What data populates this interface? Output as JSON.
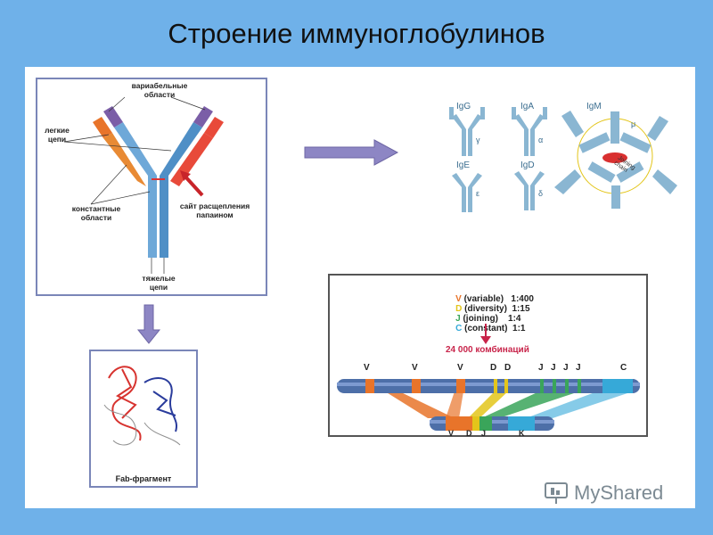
{
  "title": "Строение иммуноглобулинов",
  "antibody": {
    "variable_regions": "вариабельные области",
    "light_chains": "легкие цепи",
    "constant_regions": "константные области",
    "papain_site": "сайт расщепления папаином",
    "heavy_chains": "тяжелые цепи"
  },
  "classes": {
    "igg": "IgG",
    "iga": "IgA",
    "igm": "IgM",
    "ige": "IgE",
    "igd": "IgD",
    "gamma": "γ",
    "alpha": "α",
    "mu": "μ",
    "epsilon": "ε",
    "delta": "δ",
    "joining_chain": "Joining chain"
  },
  "fab": {
    "label": "Fab-фрагмент"
  },
  "genes": {
    "v_line_letter": "V",
    "v_line_rest": "(variable)   1:400",
    "d_line_letter": "D",
    "d_line_rest": "(diversity)  1:15",
    "j_line_letter": "J",
    "j_line_rest": "(joining)    1:4",
    "c_line_letter": "C",
    "c_line_rest": "(constant)  1:1",
    "combinations": "24 000 комбинаций",
    "top_labels": [
      "V",
      "V",
      "V",
      "D",
      "D",
      "J",
      "J",
      "J",
      "J",
      "C"
    ],
    "bottom_labels": [
      "V",
      "D",
      "J",
      "K"
    ]
  },
  "watermark": "MyShared",
  "colors": {
    "background": "#6fb1e9",
    "heavy": "#6ea8d8",
    "variable": "#7b5ea7",
    "arrow": "#8d86c4",
    "v": "#e8742a",
    "d": "#e3c51a",
    "j": "#3aa55a",
    "c": "#36a9d8"
  }
}
